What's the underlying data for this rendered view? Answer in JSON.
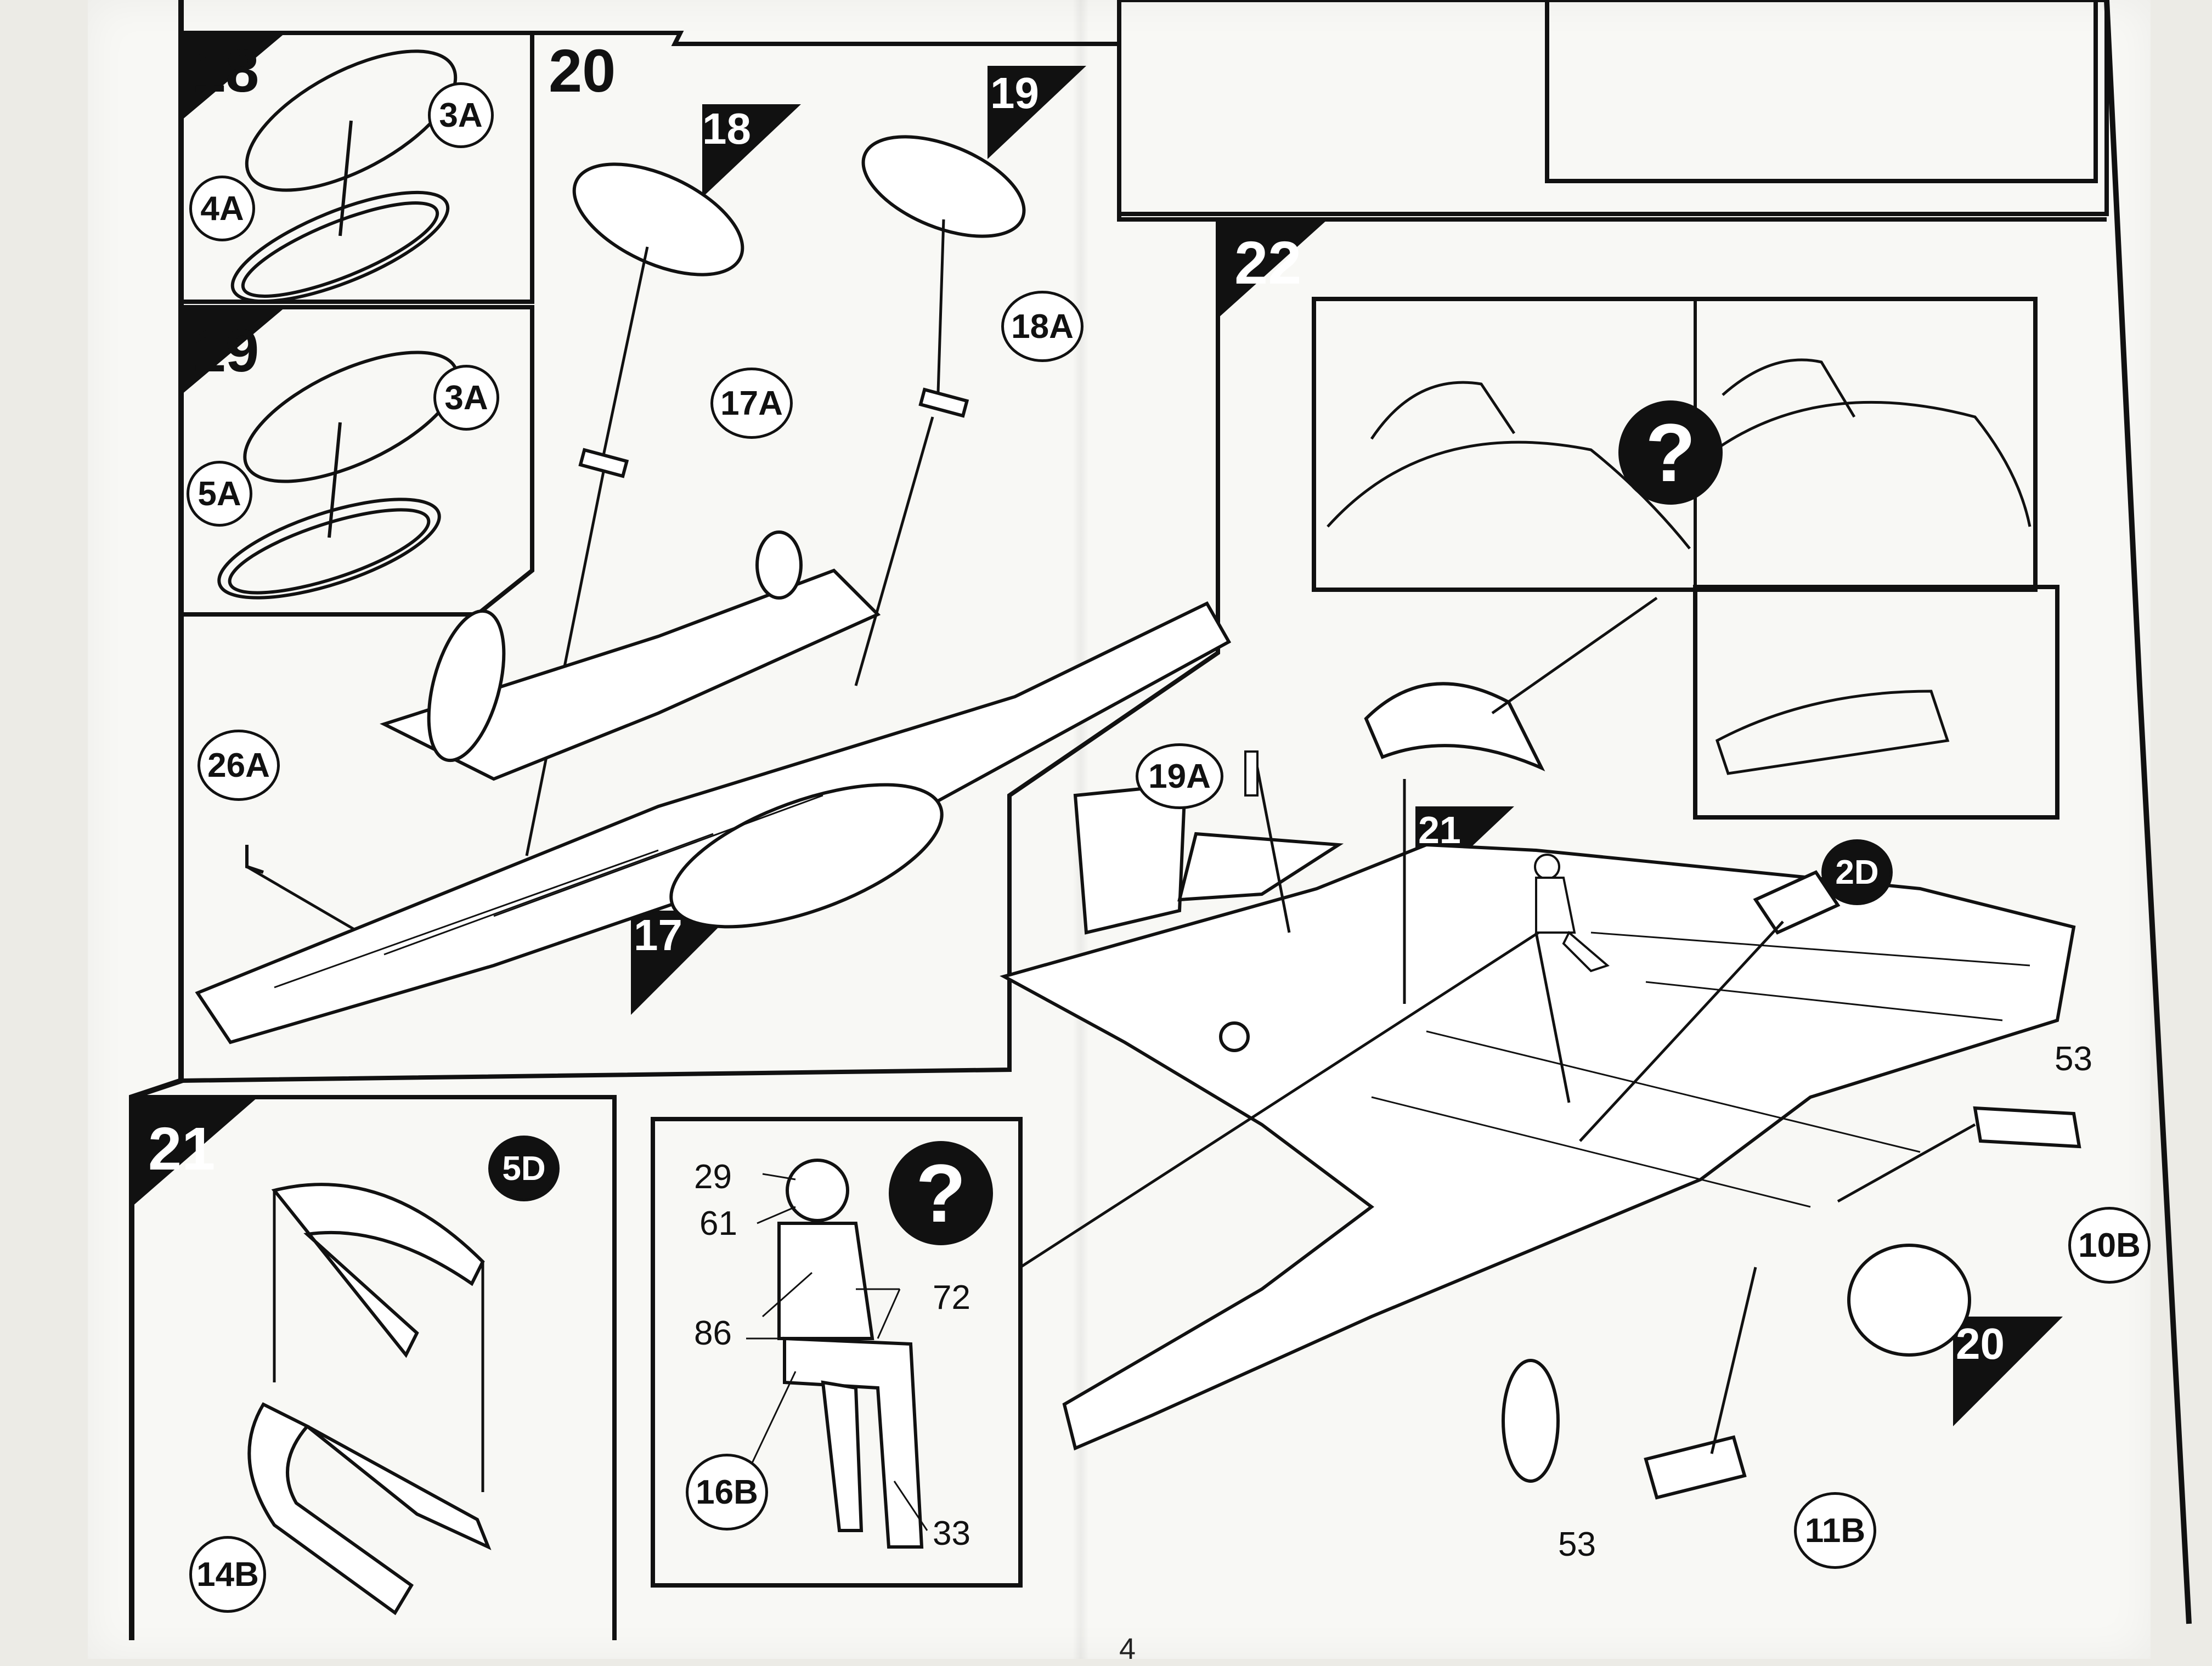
{
  "page": {
    "number": "4"
  },
  "steps": {
    "s18_panel": "18",
    "s19_panel": "19",
    "s20_panel": "20",
    "s21_panel": "21",
    "s22_panel": "22",
    "s18_marker": "18",
    "s19_marker": "19",
    "s17_marker": "17",
    "s21_marker": "21",
    "s20_marker": "20"
  },
  "parts": {
    "p3a_top": "3A",
    "p4a": "4A",
    "p3a_bottom": "3A",
    "p5a": "5A",
    "p18a": "18A",
    "p17a": "17A",
    "p26a": "26A",
    "p19a": "19A",
    "p2d": "2D",
    "p5d": "5D",
    "p14b": "14B",
    "p10b": "10B",
    "p11b": "11B",
    "p16b": "16B"
  },
  "numbers": {
    "n29": "29",
    "n61": "61",
    "n72": "72",
    "n86": "86",
    "n33": "33",
    "n53_top": "53",
    "n53_bottom": "53"
  },
  "help_symbol": "?"
}
